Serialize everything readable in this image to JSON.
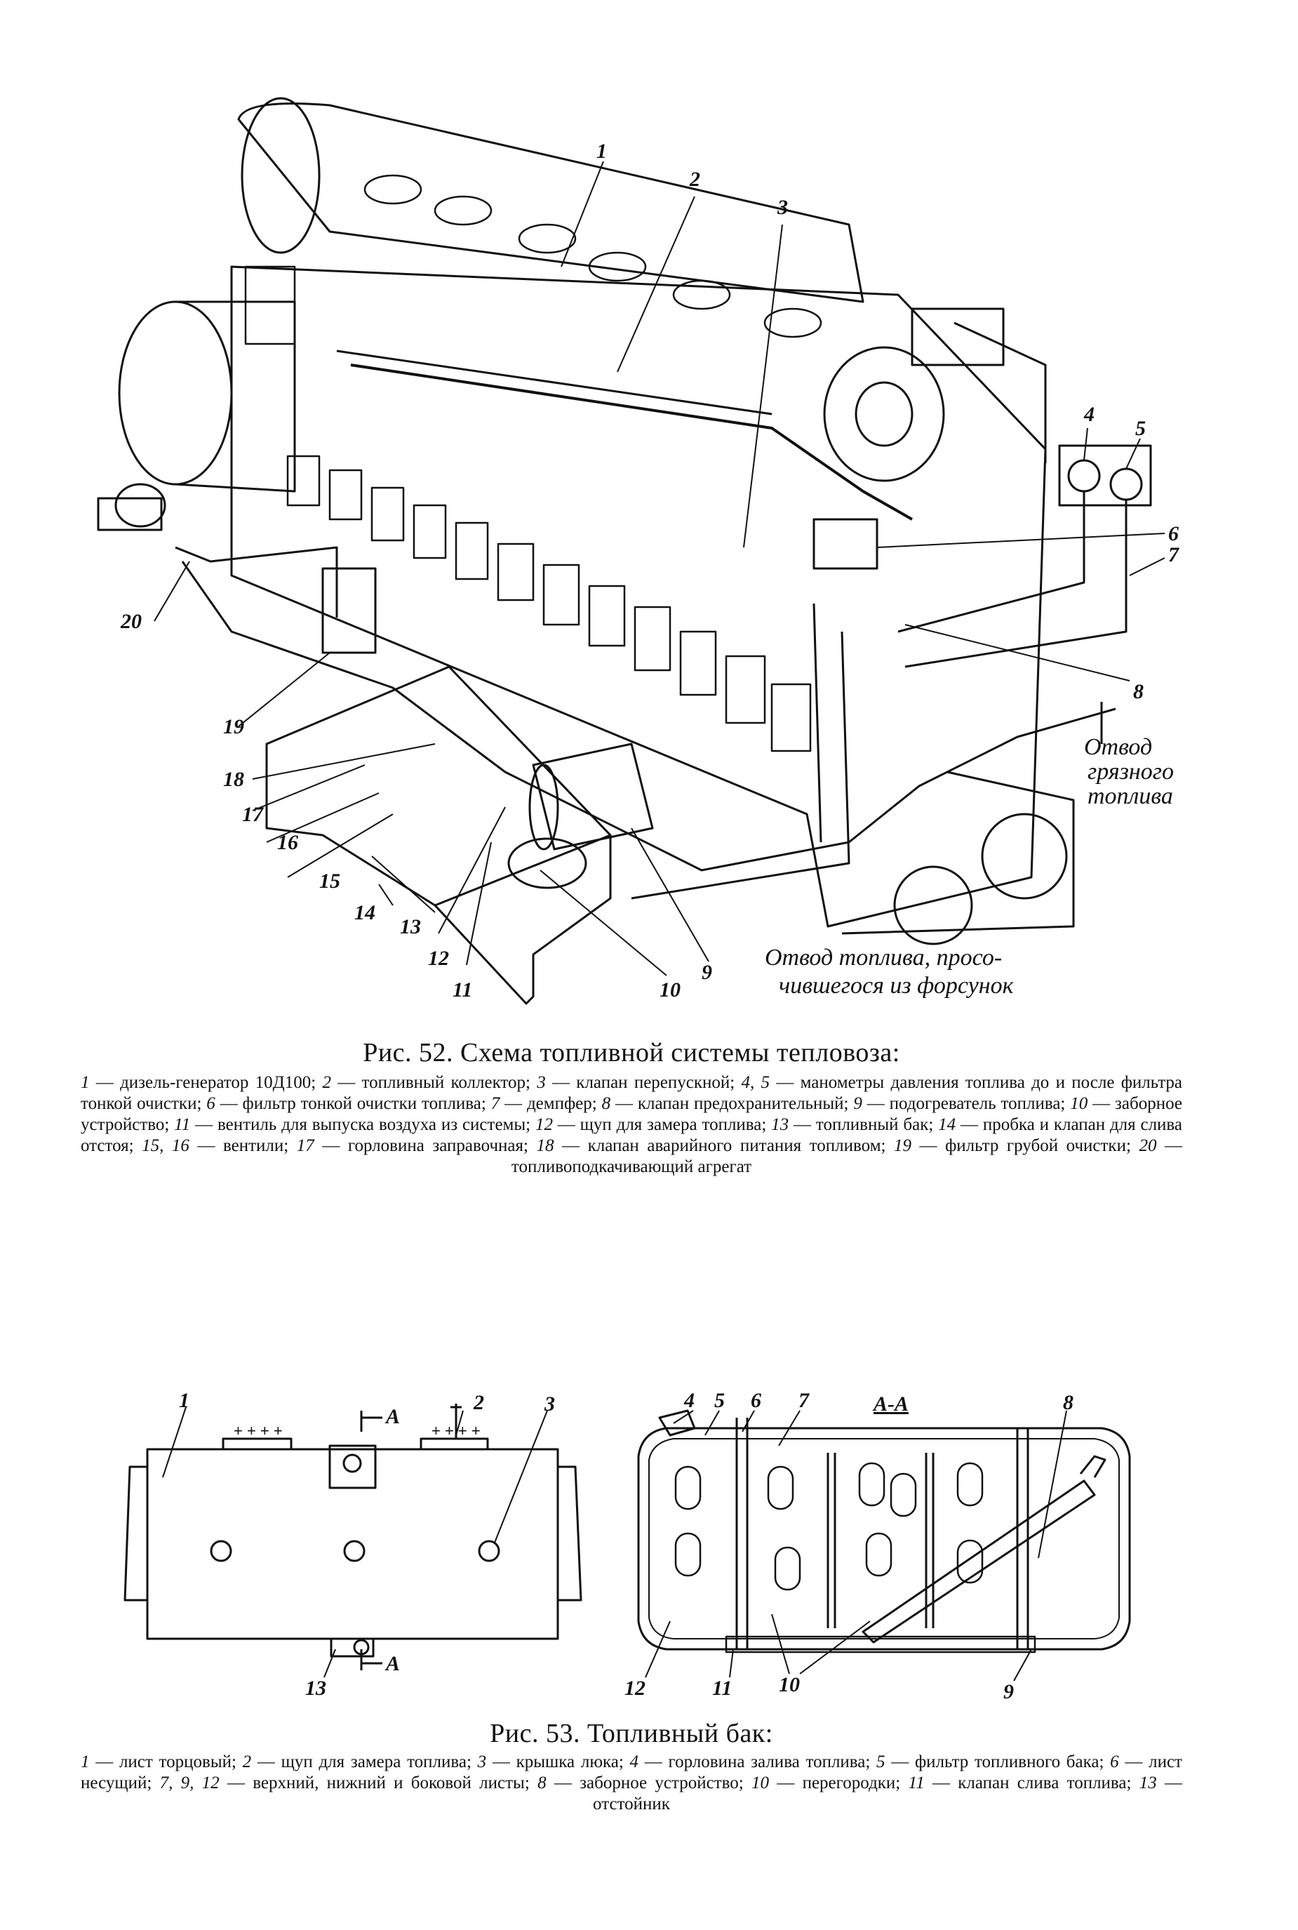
{
  "figure52": {
    "labels": [
      "1",
      "2",
      "3",
      "4",
      "5",
      "6",
      "7",
      "8",
      "9",
      "10",
      "11",
      "12",
      "13",
      "14",
      "15",
      "16",
      "17",
      "18",
      "19",
      "20"
    ],
    "note_dirty": [
      "Отвод",
      "грязного",
      "топлива"
    ],
    "note_leak": [
      "Отвод топлива, просо-",
      "чившегося из форсунок"
    ],
    "caption": "Рис. 52. Схема топливной системы тепловоза:",
    "legend": [
      {
        "n": "1",
        "text": " — дизель-генератор 10Д100; "
      },
      {
        "n": "2",
        "text": " — топливный коллектор; "
      },
      {
        "n": "3",
        "text": " — клапан перепускной; "
      },
      {
        "n": "4, 5",
        "text": " — манометры давления топлива до и после фильтра тонкой очистки; "
      },
      {
        "n": "6",
        "text": " — фильтр тонкой очистки топлива; "
      },
      {
        "n": "7",
        "text": " — демпфер; "
      },
      {
        "n": "8",
        "text": " — клапан предохранительный; "
      },
      {
        "n": "9",
        "text": " — подогреватель топлива; "
      },
      {
        "n": "10",
        "text": " — заборное устройство; "
      },
      {
        "n": "11",
        "text": " — вентиль для выпуска воздуха из системы; "
      },
      {
        "n": "12",
        "text": " — щуп для замера топлива; "
      },
      {
        "n": "13",
        "text": " — топливный бак; "
      },
      {
        "n": "14",
        "text": " — пробка и клапан для слива отстоя; "
      },
      {
        "n": "15, 16",
        "text": " — вентили; "
      },
      {
        "n": "17",
        "text": " — горловина заправочная; "
      },
      {
        "n": "18",
        "text": " — клапан аварийного питания топливом; "
      },
      {
        "n": "19",
        "text": " — фильтр грубой очистки; "
      },
      {
        "n": "20",
        "text": " — топливоподкачивающий агрегат"
      }
    ]
  },
  "figure53": {
    "labels_left": [
      "1",
      "2",
      "3",
      "13"
    ],
    "section_marks": [
      "A",
      "A"
    ],
    "section_title": "А-А",
    "labels_right": [
      "4",
      "5",
      "6",
      "7",
      "8",
      "12",
      "11",
      "10",
      "9"
    ],
    "caption": "Рис. 53. Топливный бак:",
    "legend": [
      {
        "n": "1",
        "text": " — лист торцовый; "
      },
      {
        "n": "2",
        "text": " — щуп для замера топлива; "
      },
      {
        "n": "3",
        "text": " — крышка люка; "
      },
      {
        "n": "4",
        "text": " — горловина залива топлива; "
      },
      {
        "n": "5",
        "text": " — фильтр топливного бака; "
      },
      {
        "n": "6",
        "text": " — лист несущий; "
      },
      {
        "n": "7, 9, 12",
        "text": " — верхний, нижний и боковой листы; "
      },
      {
        "n": "8",
        "text": " — заборное устройство; "
      },
      {
        "n": "10",
        "text": " — перегородки; "
      },
      {
        "n": "11",
        "text": " — клапан слива топлива; "
      },
      {
        "n": "13",
        "text": " — отстойник"
      }
    ]
  }
}
